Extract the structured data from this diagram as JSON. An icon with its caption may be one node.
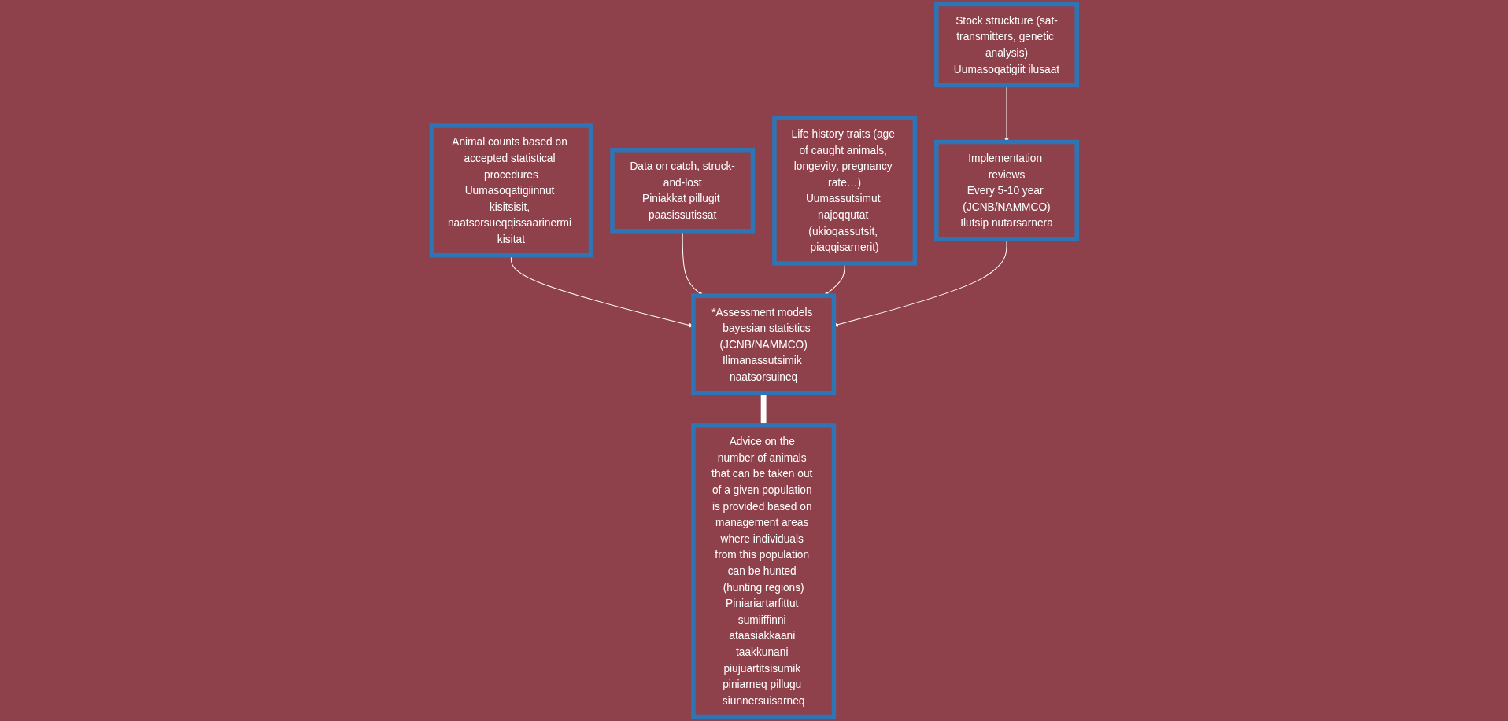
{
  "diagram": {
    "nodes": [
      {
        "text": [
          "Animal counts based on accepted statistical procedures",
          "Uumasoqatigiinnut kisitsisit, naatsorsueqqissaarinermi kisitat"
        ]
      },
      {
        "text": [
          "Data on catch, struck-and-lost",
          "Piniakkat pillugit paasissutissat"
        ]
      },
      {
        "text": [
          "Life history traits (age of caught animals, longevity, pregnancy rate…)",
          "Uumassutsimut najoqqutat (ukioqassutsit, piaqqisarnerit)"
        ]
      },
      {
        "text": [
          "*Assessment models – bayesian statistics (JCNB/NAMMCO)",
          "Ilimanassutsimik naatsorsuineq"
        ]
      },
      {
        "text": [
          "Implementation reviews",
          "Every 5-10 year (JCNB/NAMMCO)",
          "Ilutsip nutarsarnera"
        ]
      },
      {
        "text": [
          "Stock struckture (sat-transmitters, genetic analysis)",
          "Uumasoqatigiit ilusaat"
        ]
      },
      {
        "text": [
          "Advice on the number of animals that can be taken out of a given population is provided based on management areas where individuals from this population can be hunted (hunting regions)",
          "Piniariartarfittut sumiiffinni ataasiakkaani taakkunani piujuartitsisumik piniarneq pillugu siunnersuisarneq"
        ]
      }
    ],
    "edges": [
      {
        "from": 0,
        "to": 3,
        "arrow": "to"
      },
      {
        "from": 1,
        "to": 3,
        "arrow": "to"
      },
      {
        "from": 2,
        "to": 3,
        "arrow": "to"
      },
      {
        "from": 4,
        "to": 3,
        "arrow": "to"
      },
      {
        "from": 5,
        "to": 4,
        "arrow": "to"
      },
      {
        "from": 3,
        "to": 6,
        "arrow": "to",
        "style": "thick"
      }
    ]
  }
}
